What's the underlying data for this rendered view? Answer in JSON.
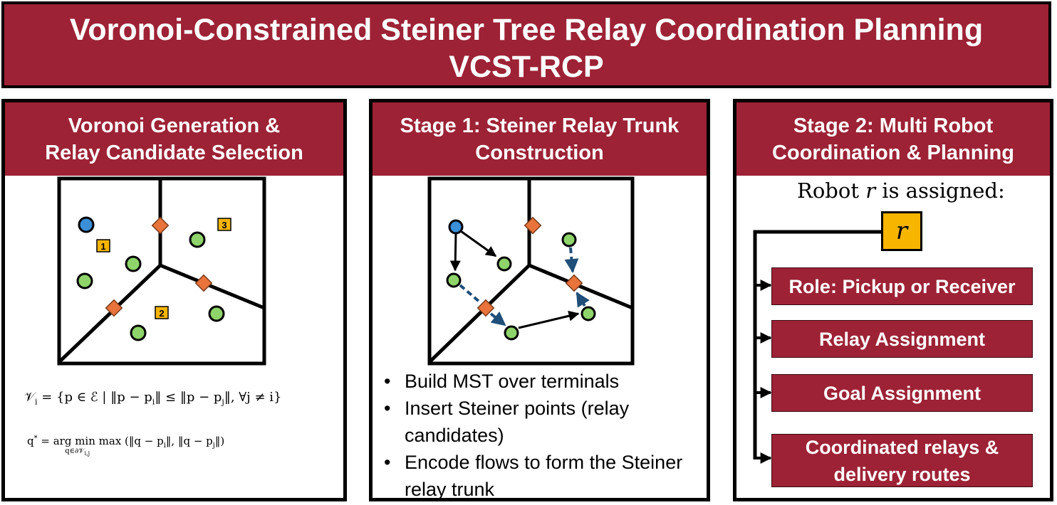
{
  "title": {
    "line1": "Voronoi-Constrained Steiner Tree Relay Coordination Planning",
    "line2": "VCST-RCP"
  },
  "panel1": {
    "header": [
      "Voronoi Generation &",
      "Relay Candidate Selection"
    ],
    "candidate_labels": [
      "1",
      "2",
      "3"
    ],
    "formula_voronoi": {
      "lhs": "𝒱",
      "lhs_sub": "i",
      "rhs": " = {p ∈ ℰ | ‖p − p",
      "rhs2": "‖ ≤ ‖p − p",
      "rhs3": "‖, ∀j ≠ i}",
      "sub_i": "i",
      "sub_j": "j"
    },
    "formula_q": {
      "lhs": "q",
      "sup": "*",
      "eq": " = arg ",
      "min": "min",
      "min_sub": "q∈∂𝒱",
      "min_sub2": "i,j",
      "max": " max (‖q − p",
      "mid": "‖, ‖q − p",
      "end": "‖)",
      "sub_i": "i",
      "sub_j": "j"
    }
  },
  "panel2": {
    "header": [
      "Stage 1: Steiner Relay Trunk",
      "Construction"
    ],
    "bullets": [
      "Build MST over terminals",
      "Insert Steiner points (relay candidates)",
      "Encode flows to form the Steiner relay trunk"
    ]
  },
  "panel3": {
    "header": [
      "Stage 2: Multi Robot",
      "Coordination & Planning"
    ],
    "assign_label": "Robot",
    "assign_var": "r",
    "assign_suffix": "is assigned:",
    "robot_symbol": "r",
    "steps": [
      [
        "Role: Pickup or Receiver"
      ],
      [
        "Relay Assignment"
      ],
      [
        "Goal Assignment"
      ],
      [
        "Coordinated relays &",
        "delivery routes"
      ]
    ]
  },
  "colors": {
    "maroon": "#9d2235",
    "terminal_blue": "#3a8fd6",
    "node_green": "#8ed46a",
    "relay_orange": "#e8743b",
    "label_yellow": "#f7b500",
    "flow_dashed": "#1f4e79"
  }
}
